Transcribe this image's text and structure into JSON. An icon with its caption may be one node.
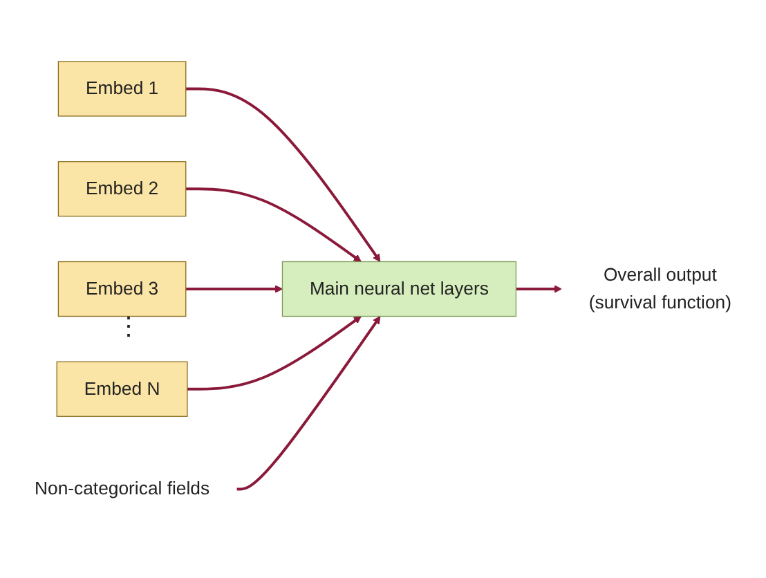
{
  "diagram": {
    "nodes": [
      {
        "text": [
          "Embed 1"
        ]
      },
      {
        "text": [
          "Embed 2"
        ]
      },
      {
        "text": [
          "Embed 3"
        ]
      },
      {
        "text": [
          "Embed N"
        ]
      },
      {
        "text": [
          "Non-categorical fields"
        ]
      },
      {
        "text": [
          "Main neural net layers"
        ]
      },
      {
        "text": [
          "Overall output",
          "(survival function)"
        ]
      }
    ],
    "edges": [
      {
        "from": 0,
        "to": 5,
        "arrow": "to"
      },
      {
        "from": 1,
        "to": 5,
        "arrow": "to"
      },
      {
        "from": 2,
        "to": 5,
        "arrow": "to"
      },
      {
        "from": 3,
        "to": 5,
        "arrow": "to"
      },
      {
        "from": 4,
        "to": 5,
        "arrow": "to"
      },
      {
        "from": 5,
        "to": 6,
        "arrow": "to"
      }
    ],
    "labels": [
      "⋮"
    ]
  }
}
